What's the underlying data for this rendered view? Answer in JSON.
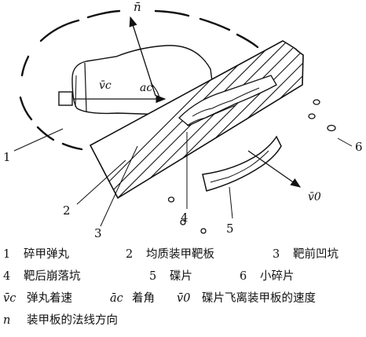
{
  "figure": {
    "labels": {
      "n": "n̄",
      "vc": "v̄c",
      "ac": "ac",
      "v0": "v̄0",
      "num1": "1",
      "num2": "2",
      "num3": "3",
      "num4": "4",
      "num5": "5",
      "num6": "6"
    }
  },
  "legend": {
    "row1": [
      {
        "num": "1",
        "text": "碎甲弹丸"
      },
      {
        "num": "2",
        "text": "均质装甲靶板"
      },
      {
        "num": "3",
        "text": "靶前凹坑"
      }
    ],
    "row2": [
      {
        "num": "4",
        "text": "靶后崩落坑"
      },
      {
        "num": "5",
        "text": "碟片"
      },
      {
        "num": "6",
        "text": "小碎片"
      }
    ],
    "row3": [
      {
        "sym": "v̄c",
        "text": "弹丸着速"
      },
      {
        "sym": "āc",
        "text": "着角"
      },
      {
        "sym": "v̄0",
        "text": "碟片飞离装甲板的速度"
      }
    ],
    "row4": {
      "sym": "n",
      "text": "装甲板的法线方向"
    }
  }
}
